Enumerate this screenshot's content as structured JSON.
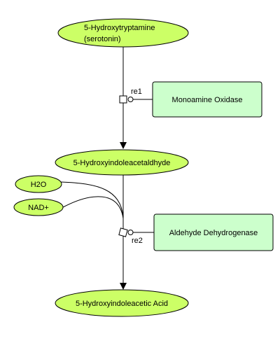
{
  "colors": {
    "species_fill": "#ccff66",
    "enzyme_fill": "#ccffcc",
    "line": "#000000"
  },
  "species": {
    "serotonin": {
      "line1": "5-Hydroxytryptamine",
      "line2": "(serotonin)"
    },
    "aldehyde": {
      "label": "5-Hydroxyindoleacetaldhyde"
    },
    "h2o": {
      "label": "H2O"
    },
    "nad": {
      "label": "NAD+"
    },
    "acid": {
      "label": "5-Hydroxyindoleacetic Acid"
    }
  },
  "enzymes": {
    "mao": {
      "label": "Monoamine Oxidase"
    },
    "aldh": {
      "label": "Aldehyde Dehydrogenase"
    }
  },
  "reactions": {
    "re1": {
      "label": "re1"
    },
    "re2": {
      "label": "re2"
    }
  }
}
